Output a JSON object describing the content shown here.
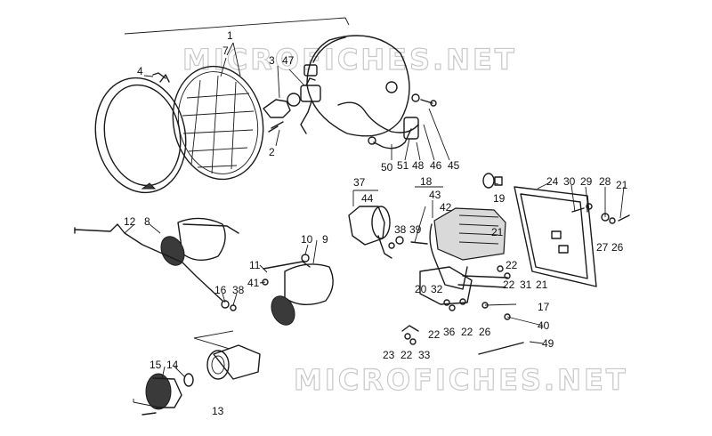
{
  "watermark": "MICROFICHES.NET",
  "callouts": [
    {
      "id": "c1",
      "text": "1"
    },
    {
      "id": "c4",
      "text": "4"
    },
    {
      "id": "c7",
      "text": "7"
    },
    {
      "id": "c3",
      "text": "3"
    },
    {
      "id": "c47",
      "text": "47"
    },
    {
      "id": "c2",
      "text": "2"
    },
    {
      "id": "c50",
      "text": "50"
    },
    {
      "id": "c51",
      "text": "51"
    },
    {
      "id": "c48",
      "text": "48"
    },
    {
      "id": "c46",
      "text": "46"
    },
    {
      "id": "c45",
      "text": "45"
    },
    {
      "id": "c19",
      "text": "19"
    },
    {
      "id": "c24",
      "text": "24"
    },
    {
      "id": "c30",
      "text": "30"
    },
    {
      "id": "c29",
      "text": "29"
    },
    {
      "id": "c28",
      "text": "28"
    },
    {
      "id": "c21a",
      "text": "21"
    },
    {
      "id": "c27",
      "text": "27"
    },
    {
      "id": "c26a",
      "text": "26"
    },
    {
      "id": "c37",
      "text": "37"
    },
    {
      "id": "c44",
      "text": "44"
    },
    {
      "id": "c18",
      "text": "18"
    },
    {
      "id": "c43",
      "text": "43"
    },
    {
      "id": "c42",
      "text": "42"
    },
    {
      "id": "c38a",
      "text": "38"
    },
    {
      "id": "c39",
      "text": "39"
    },
    {
      "id": "c21b",
      "text": "21"
    },
    {
      "id": "c22a",
      "text": "22"
    },
    {
      "id": "c22b",
      "text": "22"
    },
    {
      "id": "c31",
      "text": "31"
    },
    {
      "id": "c21c",
      "text": "21"
    },
    {
      "id": "c12",
      "text": "12"
    },
    {
      "id": "c8",
      "text": "8"
    },
    {
      "id": "c10",
      "text": "10"
    },
    {
      "id": "c9",
      "text": "9"
    },
    {
      "id": "c11",
      "text": "11"
    },
    {
      "id": "c41",
      "text": "41"
    },
    {
      "id": "c16",
      "text": "16"
    },
    {
      "id": "c38b",
      "text": "38"
    },
    {
      "id": "c20",
      "text": "20"
    },
    {
      "id": "c32",
      "text": "32"
    },
    {
      "id": "c17",
      "text": "17"
    },
    {
      "id": "c22c",
      "text": "22"
    },
    {
      "id": "c36",
      "text": "36"
    },
    {
      "id": "c22d",
      "text": "22"
    },
    {
      "id": "c26b",
      "text": "26"
    },
    {
      "id": "c40",
      "text": "40"
    },
    {
      "id": "c49",
      "text": "49"
    },
    {
      "id": "c23",
      "text": "23"
    },
    {
      "id": "c22e",
      "text": "22"
    },
    {
      "id": "c33",
      "text": "33"
    },
    {
      "id": "c15",
      "text": "15"
    },
    {
      "id": "c14",
      "text": "14"
    },
    {
      "id": "c13",
      "text": "13"
    }
  ]
}
